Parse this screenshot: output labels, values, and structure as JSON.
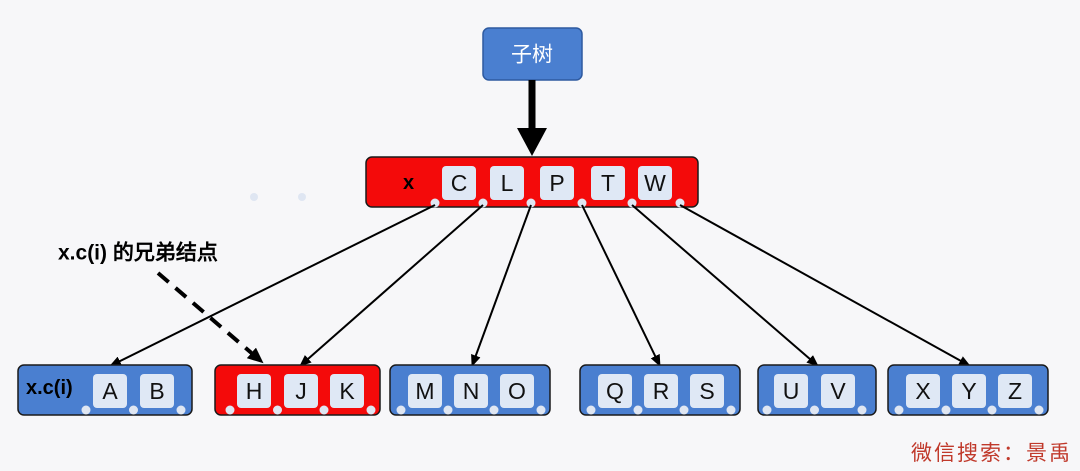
{
  "colors": {
    "blue": "#4a7fd0",
    "red": "#f40a0a",
    "key": "#dfe8f5",
    "watermark": "#c0392b"
  },
  "subtree": {
    "label": "子树"
  },
  "root": {
    "label": "x",
    "color": "red",
    "keys": [
      "C",
      "L",
      "P",
      "T",
      "W"
    ]
  },
  "children": [
    {
      "label": "x.c(i)",
      "color": "blue",
      "keys": [
        "A",
        "B"
      ]
    },
    {
      "label": "",
      "color": "red",
      "keys": [
        "H",
        "J",
        "K"
      ]
    },
    {
      "label": "",
      "color": "blue",
      "keys": [
        "M",
        "N",
        "O"
      ]
    },
    {
      "label": "",
      "color": "blue",
      "keys": [
        "Q",
        "R",
        "S"
      ]
    },
    {
      "label": "",
      "color": "blue",
      "keys": [
        "U",
        "V"
      ]
    },
    {
      "label": "",
      "color": "blue",
      "keys": [
        "X",
        "Y",
        "Z"
      ]
    }
  ],
  "annotation": {
    "text": "x.c(i) 的兄弟结点"
  },
  "watermark": {
    "text": "微信搜索：景禹"
  }
}
